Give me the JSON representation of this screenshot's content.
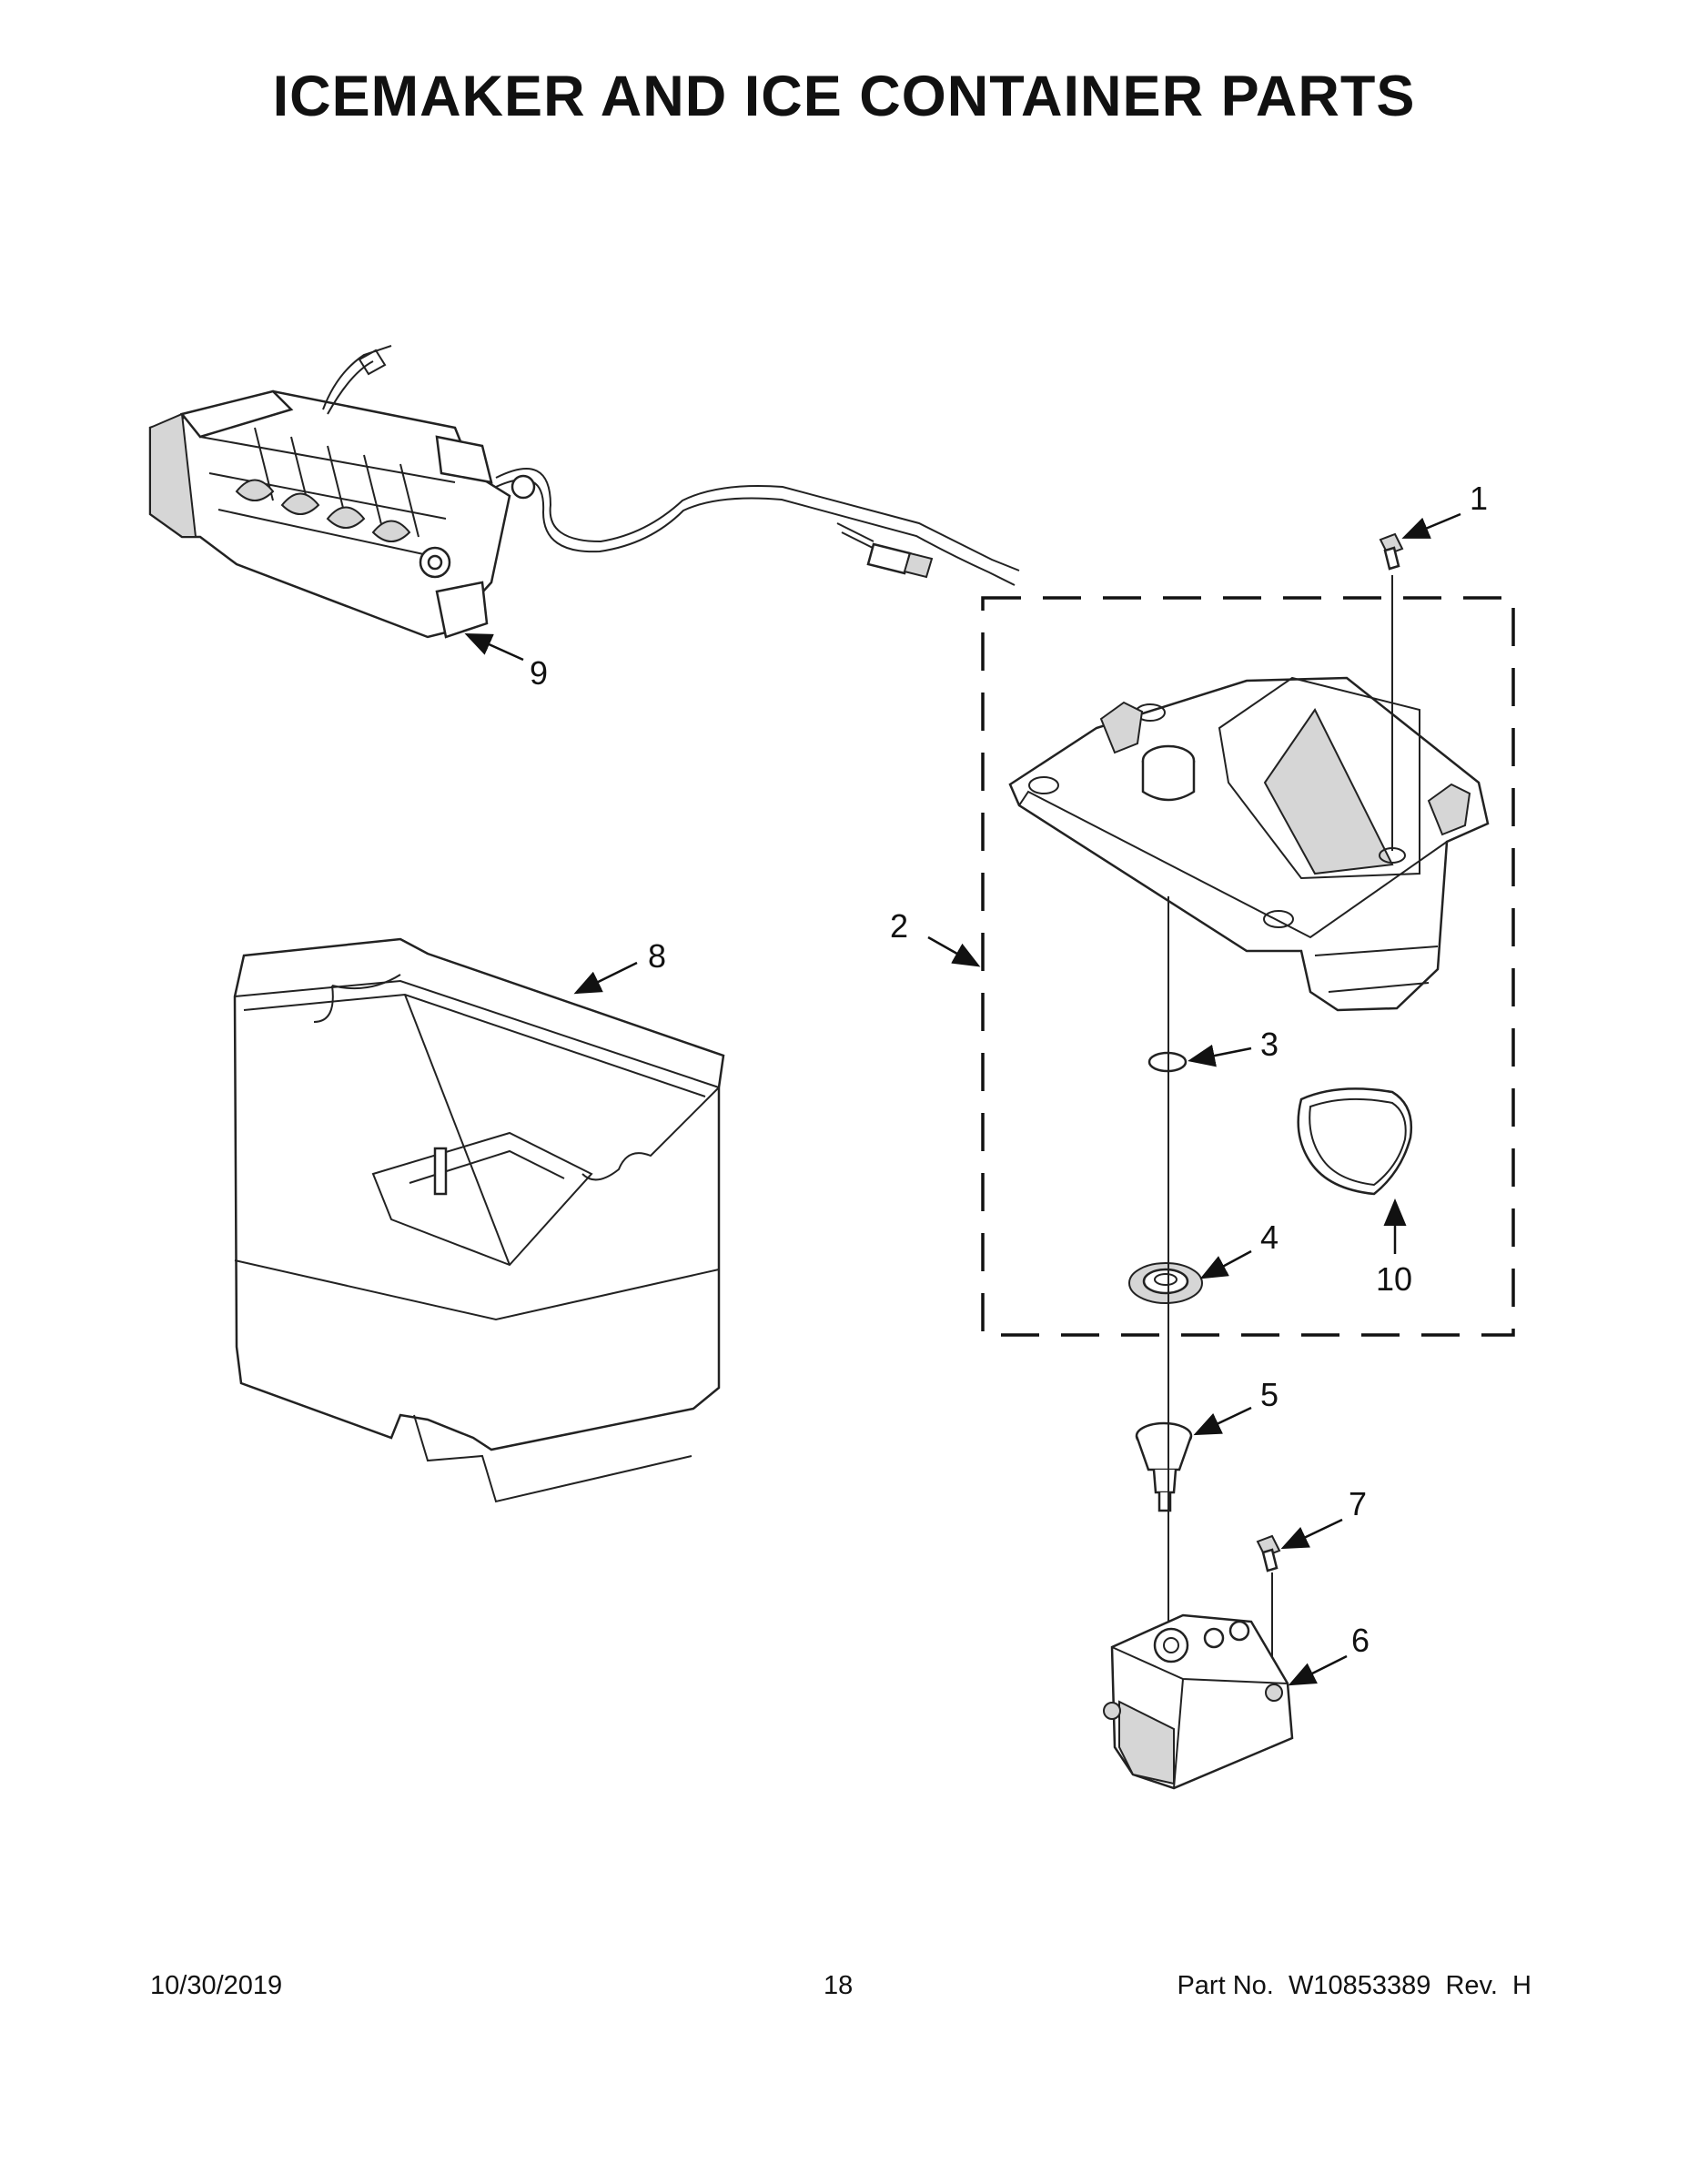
{
  "title": "ICEMAKER AND ICE CONTAINER PARTS",
  "callouts": [
    {
      "id": "callout-1",
      "label": "1",
      "part": "screw"
    },
    {
      "id": "callout-2",
      "label": "2",
      "part": "ice-chute-assembly"
    },
    {
      "id": "callout-3",
      "label": "3",
      "part": "ring"
    },
    {
      "id": "callout-4",
      "label": "4",
      "part": "seal"
    },
    {
      "id": "callout-5",
      "label": "5",
      "part": "coupler"
    },
    {
      "id": "callout-6",
      "label": "6",
      "part": "auger-motor"
    },
    {
      "id": "callout-7",
      "label": "7",
      "part": "screw"
    },
    {
      "id": "callout-8",
      "label": "8",
      "part": "ice-container"
    },
    {
      "id": "callout-9",
      "label": "9",
      "part": "icemaker"
    },
    {
      "id": "callout-10",
      "label": "10",
      "part": "gasket"
    }
  ],
  "footer": {
    "date": "10/30/2019",
    "page": "18",
    "part_number": "Part No.  W10853389  Rev.  H"
  }
}
